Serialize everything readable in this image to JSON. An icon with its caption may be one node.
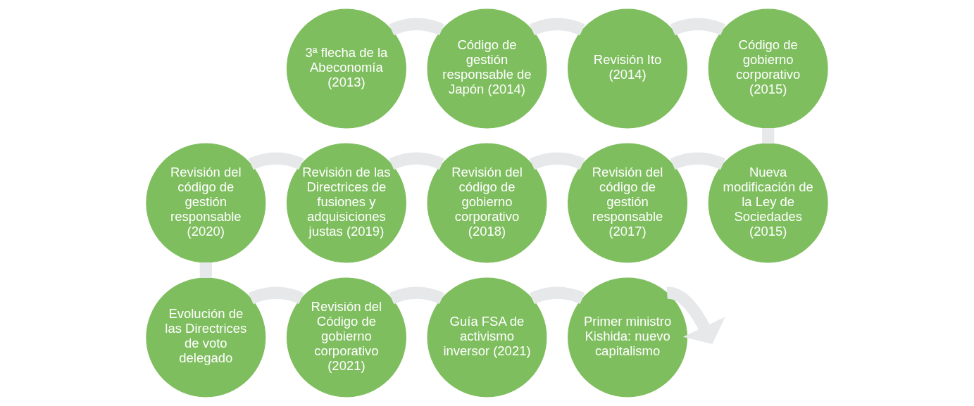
{
  "diagram": {
    "nodes": [
      {
        "text": [
          "3ª flecha de la Abeconomía (2013)"
        ]
      },
      {
        "text": [
          "Código de gestión responsable de Japón (2014)"
        ]
      },
      {
        "text": [
          "Revisión Ito (2014)"
        ]
      },
      {
        "text": [
          "Código de gobierno corporativo (2015)"
        ]
      },
      {
        "text": [
          "Nueva modificación de la Ley de Sociedades (2015)"
        ]
      },
      {
        "text": [
          "Revisión del código de gestión responsable (2017)"
        ]
      },
      {
        "text": [
          "Revisión del código de gobierno corporativo (2018)"
        ]
      },
      {
        "text": [
          "Revisión de las Directrices de fusiones y adquisiciones justas (2019)"
        ]
      },
      {
        "text": [
          "Revisión del código de gestión responsable (2020)"
        ]
      },
      {
        "text": [
          "Evolución de las Directrices de voto delegado"
        ]
      },
      {
        "text": [
          "Revisión del Código de gobierno corporativo (2021)"
        ]
      },
      {
        "text": [
          "Guía FSA de activismo inversor (2021)"
        ]
      },
      {
        "text": [
          "Primer ministro Kishida: nuevo capitalismo"
        ]
      }
    ],
    "edges": [
      {
        "from": 0,
        "to": 1,
        "arrow": "none"
      },
      {
        "from": 1,
        "to": 2,
        "arrow": "none"
      },
      {
        "from": 2,
        "to": 3,
        "arrow": "none"
      },
      {
        "from": 3,
        "to": 4,
        "arrow": "none"
      },
      {
        "from": 4,
        "to": 5,
        "arrow": "none"
      },
      {
        "from": 5,
        "to": 6,
        "arrow": "none"
      },
      {
        "from": 6,
        "to": 7,
        "arrow": "none"
      },
      {
        "from": 7,
        "to": 8,
        "arrow": "none"
      },
      {
        "from": 8,
        "to": 9,
        "arrow": "none"
      },
      {
        "from": 9,
        "to": 10,
        "arrow": "none"
      },
      {
        "from": 10,
        "to": 11,
        "arrow": "none"
      },
      {
        "from": 11,
        "to": 12,
        "arrow": "none"
      },
      {
        "from": 12,
        "to": null,
        "arrow": "to"
      }
    ]
  }
}
